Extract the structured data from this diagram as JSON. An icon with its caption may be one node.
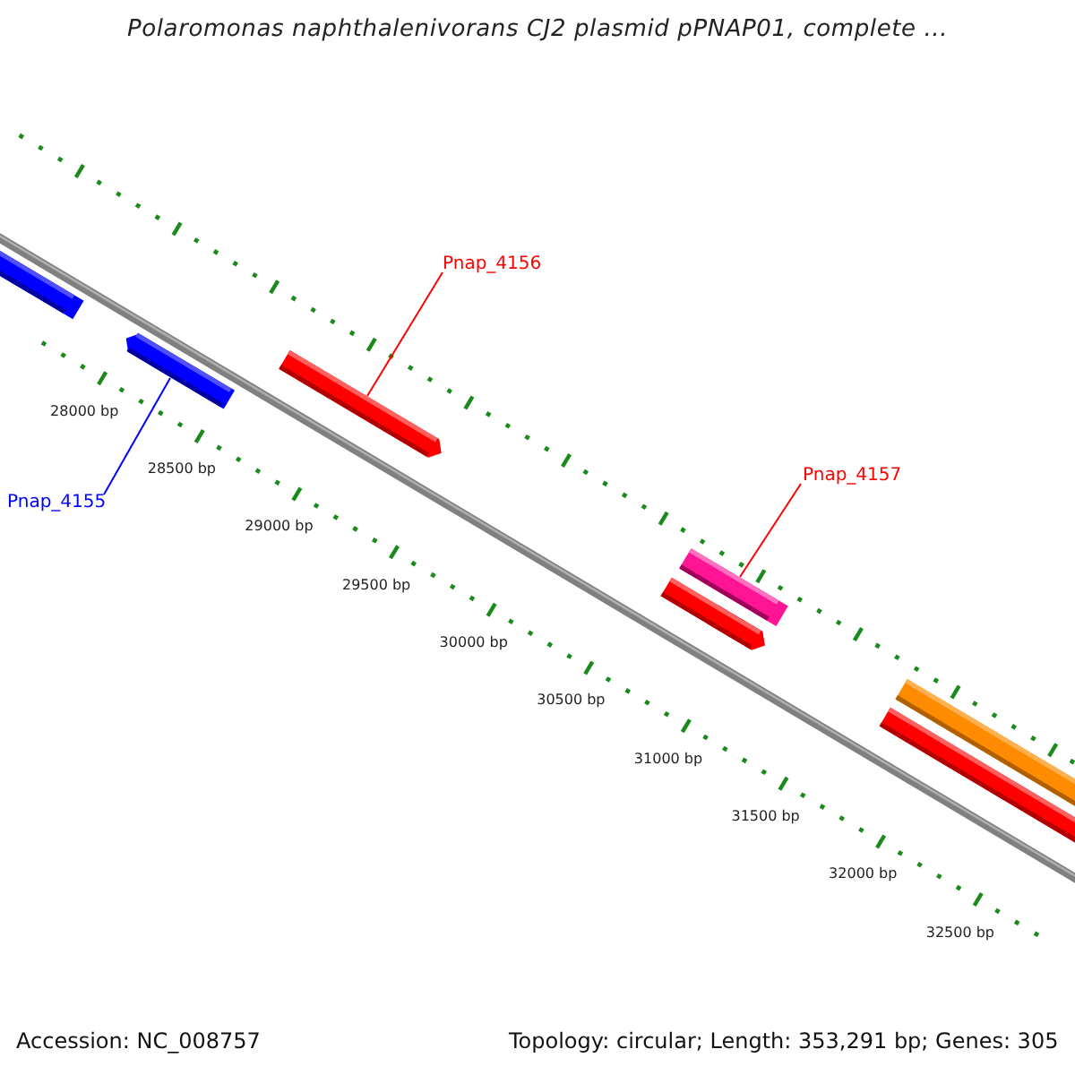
{
  "diagram": {
    "title": "Polaromonas naphthalenivorans CJ2 plasmid pPNAP01, complete ...",
    "nodes": [
      {
        "text": [
          "Pnap_4156"
        ]
      },
      {
        "text": [],
        "shape": "bar"
      },
      {
        "text": [
          "Pnap_4155"
        ]
      },
      {
        "text": [],
        "shape": "bar"
      },
      {
        "text": [
          "Pnap_4157"
        ]
      },
      {
        "text": [],
        "shape": "bar"
      }
    ],
    "edges": [
      {
        "from": 0,
        "to": 1,
        "arrow": "none",
        "color": "#ff0000"
      },
      {
        "from": 2,
        "to": 3,
        "arrow": "none",
        "color": "#0000ff"
      },
      {
        "from": 4,
        "to": 5,
        "arrow": "none",
        "color": "#ff0000"
      }
    ],
    "labels": [
      "28000 bp",
      "28500 bp",
      "29000 bp",
      "29500 bp",
      "30000 bp",
      "30500 bp",
      "31000 bp",
      "31500 bp",
      "32000 bp",
      "32500 bp",
      "Accession: NC_008757",
      "Topology: circular; Length: 353,291 bp; Genes: 305"
    ]
  }
}
